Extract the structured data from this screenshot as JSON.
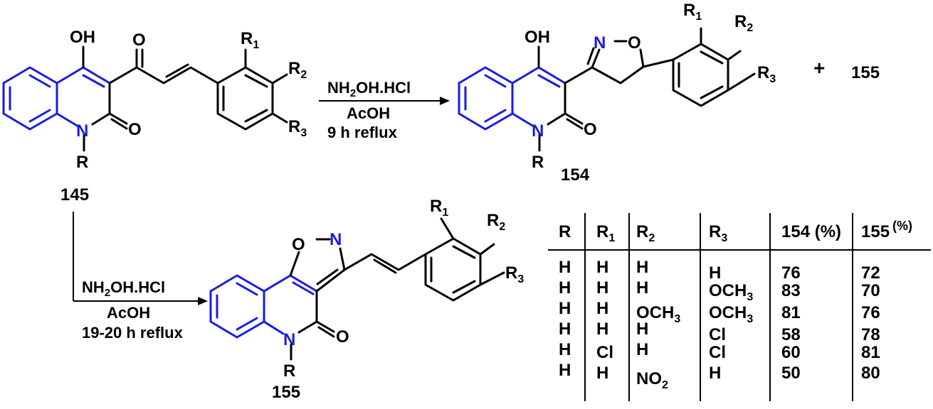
{
  "compounds": {
    "c145": {
      "label": "145",
      "substituents": {
        "oh": "OH",
        "o_keto": "O",
        "o_amide": "O",
        "n": "N",
        "r": "R",
        "r1": "R",
        "r2": "R",
        "r3": "R",
        "sub1": "1",
        "sub2": "2",
        "sub3": "3"
      }
    },
    "c154": {
      "label": "154",
      "substituents": {
        "oh": "OH",
        "o_amide": "O",
        "n": "N",
        "r": "R",
        "iso_n": "N",
        "iso_o": "O",
        "r1": "R",
        "r2": "R",
        "r3": "R",
        "sub1": "1",
        "sub2": "2",
        "sub3": "3"
      }
    },
    "c155": {
      "label": "155",
      "substituents": {
        "o_amide": "O",
        "n": "N",
        "r": "R",
        "iso_n": "N",
        "iso_o": "O",
        "r1": "R",
        "r2": "R",
        "r3": "R",
        "sub1": "1",
        "sub2": "2",
        "sub3": "3"
      }
    }
  },
  "reaction_top": {
    "reagent_a": "NH",
    "reagent_sub": "2",
    "reagent_b": "OH.HCl",
    "solvent": "AcOH",
    "conditions": "9 h reflux",
    "plus": "+",
    "coproduct": "155"
  },
  "reaction_bottom": {
    "reagent_a": "NH",
    "reagent_sub": "2",
    "reagent_b": "OH.HCl",
    "solvent": "AcOH",
    "conditions": "19-20 h reflux"
  },
  "table": {
    "headers": [
      {
        "main": "R",
        "sub": ""
      },
      {
        "main": "R",
        "sub": "1"
      },
      {
        "main": "R",
        "sub": "2"
      },
      {
        "main": "R",
        "sub": "3"
      },
      {
        "main": "154 (%)",
        "sub": ""
      },
      {
        "main": "155",
        "sup": "(%)"
      }
    ],
    "rows": [
      [
        {
          "t": "H"
        },
        {
          "t": "H"
        },
        {
          "t": "H"
        },
        {
          "t": "H"
        },
        {
          "t": "76"
        },
        {
          "t": "72"
        }
      ],
      [
        {
          "t": "H"
        },
        {
          "t": "H"
        },
        {
          "t": "H"
        },
        {
          "t": "OCH",
          "s": "3"
        },
        {
          "t": "83"
        },
        {
          "t": "70"
        }
      ],
      [
        {
          "t": "H"
        },
        {
          "t": "H"
        },
        {
          "t": "OCH",
          "s": "3"
        },
        {
          "t": "OCH",
          "s": "3"
        },
        {
          "t": "81"
        },
        {
          "t": "76"
        }
      ],
      [
        {
          "t": "H"
        },
        {
          "t": "H"
        },
        {
          "t": "H"
        },
        {
          "t": "Cl"
        },
        {
          "t": "58"
        },
        {
          "t": "78"
        }
      ],
      [
        {
          "t": "H"
        },
        {
          "t": "Cl"
        },
        {
          "t": "H"
        },
        {
          "t": "Cl"
        },
        {
          "t": "60"
        },
        {
          "t": "81"
        }
      ],
      [
        {
          "t": "H"
        },
        {
          "t": "H"
        },
        {
          "t": "NO",
          "s": "2"
        },
        {
          "t": "H"
        },
        {
          "t": "50"
        },
        {
          "t": "80"
        }
      ]
    ]
  },
  "colors": {
    "bonds": "#000000",
    "core_blue": "#1a1ae6",
    "text": "#000000"
  }
}
